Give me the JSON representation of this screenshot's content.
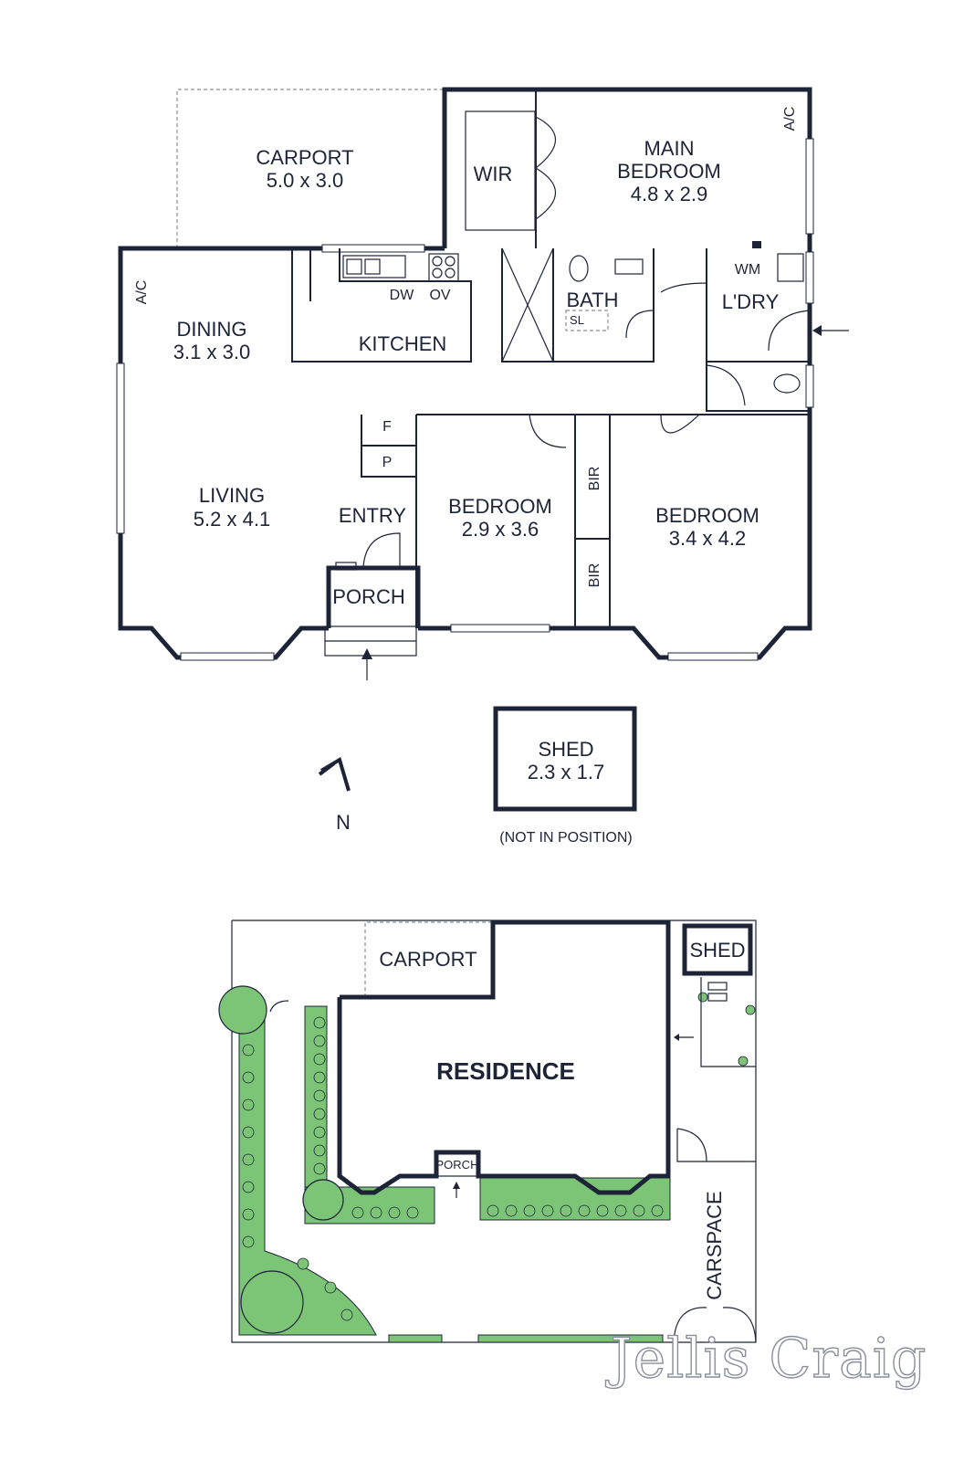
{
  "floorplan": {
    "rooms": {
      "carport_name": "CARPORT",
      "carport_dim": "5.0 x 3.0",
      "main_bedroom_name_1": "MAIN",
      "main_bedroom_name_2": "BEDROOM",
      "main_bedroom_dim": "4.8 x 2.9",
      "wir": "WIR",
      "dining_name": "DINING",
      "dining_dim": "3.1 x 3.0",
      "kitchen": "KITCHEN",
      "bath": "BATH",
      "laundry": "L'DRY",
      "living_name": "LIVING",
      "living_dim": "5.2 x 4.1",
      "entry": "ENTRY",
      "porch": "PORCH",
      "bedroom2_name": "BEDROOM",
      "bedroom2_dim": "2.9 x 3.6",
      "bedroom3_name": "BEDROOM",
      "bedroom3_dim": "3.4 x 4.2",
      "bir_upper": "BIR",
      "bir_lower": "BIR"
    },
    "fixtures": {
      "ac_left": "A/C",
      "ac_right": "A/C",
      "dw": "DW",
      "ov": "OV",
      "sl": "SL",
      "wm": "WM",
      "f": "F",
      "p": "P"
    },
    "shed": {
      "name": "SHED",
      "dim": "2.3 x 1.7",
      "note": "(NOT IN POSITION)"
    },
    "north": "N"
  },
  "siteplan": {
    "carport": "CARPORT",
    "shed": "SHED",
    "residence": "RESIDENCE",
    "porch": "PORCH",
    "carspace": "CARSPACE"
  },
  "brand": "Jellis Craig",
  "colors": {
    "wall": "#1e2438",
    "garden": "#7cc576"
  }
}
